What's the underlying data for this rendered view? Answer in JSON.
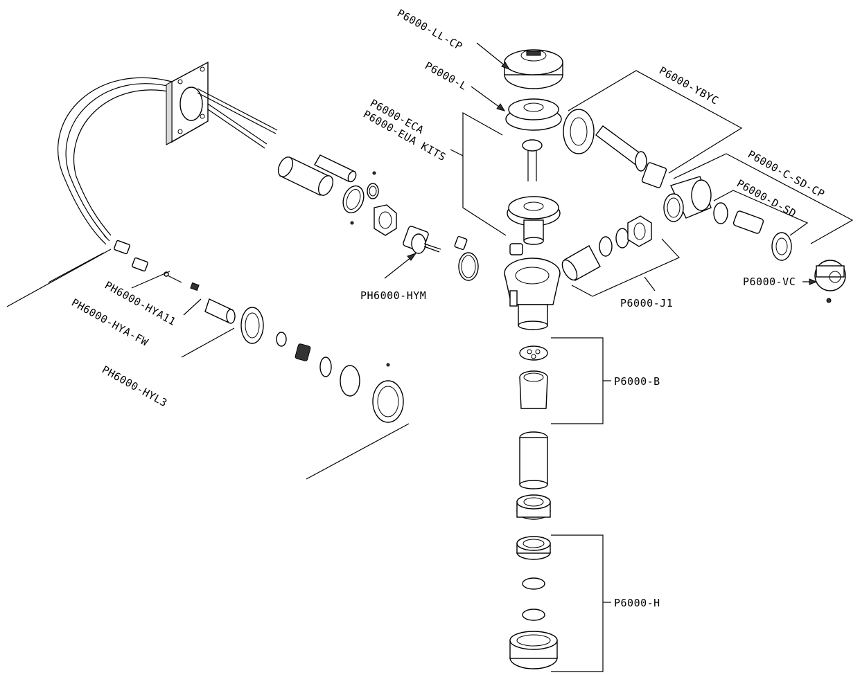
{
  "labels": {
    "ll_cp": "P6000-LL-CP",
    "l": "P6000-L",
    "eca": "P6000-ECA",
    "eua_kits": "P6000-EUA KITS",
    "ybyc": "P6000-YBYC",
    "c_sd_cp": "P6000-C-SD-CP",
    "d_sd": "P6000-D-SD",
    "vc": "P6000-VC",
    "j1": "P6000-J1",
    "b": "P6000-B",
    "h": "P6000-H",
    "hym": "PH6000-HYM",
    "hya11": "PH6000-HYA11",
    "hya_fw": "PH6000-HYA-FW",
    "hyl3": "PH6000-HYL3"
  }
}
